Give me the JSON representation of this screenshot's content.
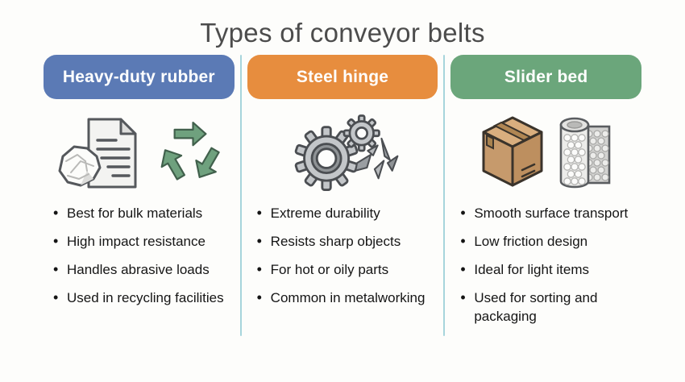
{
  "title": "Types of conveyor belts",
  "colors": {
    "background": "#fdfdfb",
    "title": "#4c4c4c",
    "divider": "#a7d5dc",
    "text": "#151515",
    "header_text": "#ffffff"
  },
  "columns": [
    {
      "label": "Heavy-duty rubber",
      "header_color": "#5b7ab5",
      "icons": [
        "crumpled-paper-document-icon",
        "recycle-icon"
      ],
      "bullets": [
        "Best for bulk materials",
        "High impact resistance",
        "Handles abrasive loads",
        "Used in recycling facilities"
      ]
    },
    {
      "label": "Steel hinge",
      "header_color": "#e78d3e",
      "icons": [
        "gears-icon",
        "metal-shards-icon"
      ],
      "bullets": [
        "Extreme durability",
        "Resists sharp objects",
        "For hot or oily parts",
        "Common in metalworking"
      ]
    },
    {
      "label": "Slider bed",
      "header_color": "#6ba67b",
      "icons": [
        "cardboard-box-icon",
        "bubble-wrap-roll-icon"
      ],
      "bullets": [
        "Smooth surface transport",
        "Low friction design",
        "Ideal for light items",
        "Used for sorting and packaging"
      ]
    }
  ]
}
